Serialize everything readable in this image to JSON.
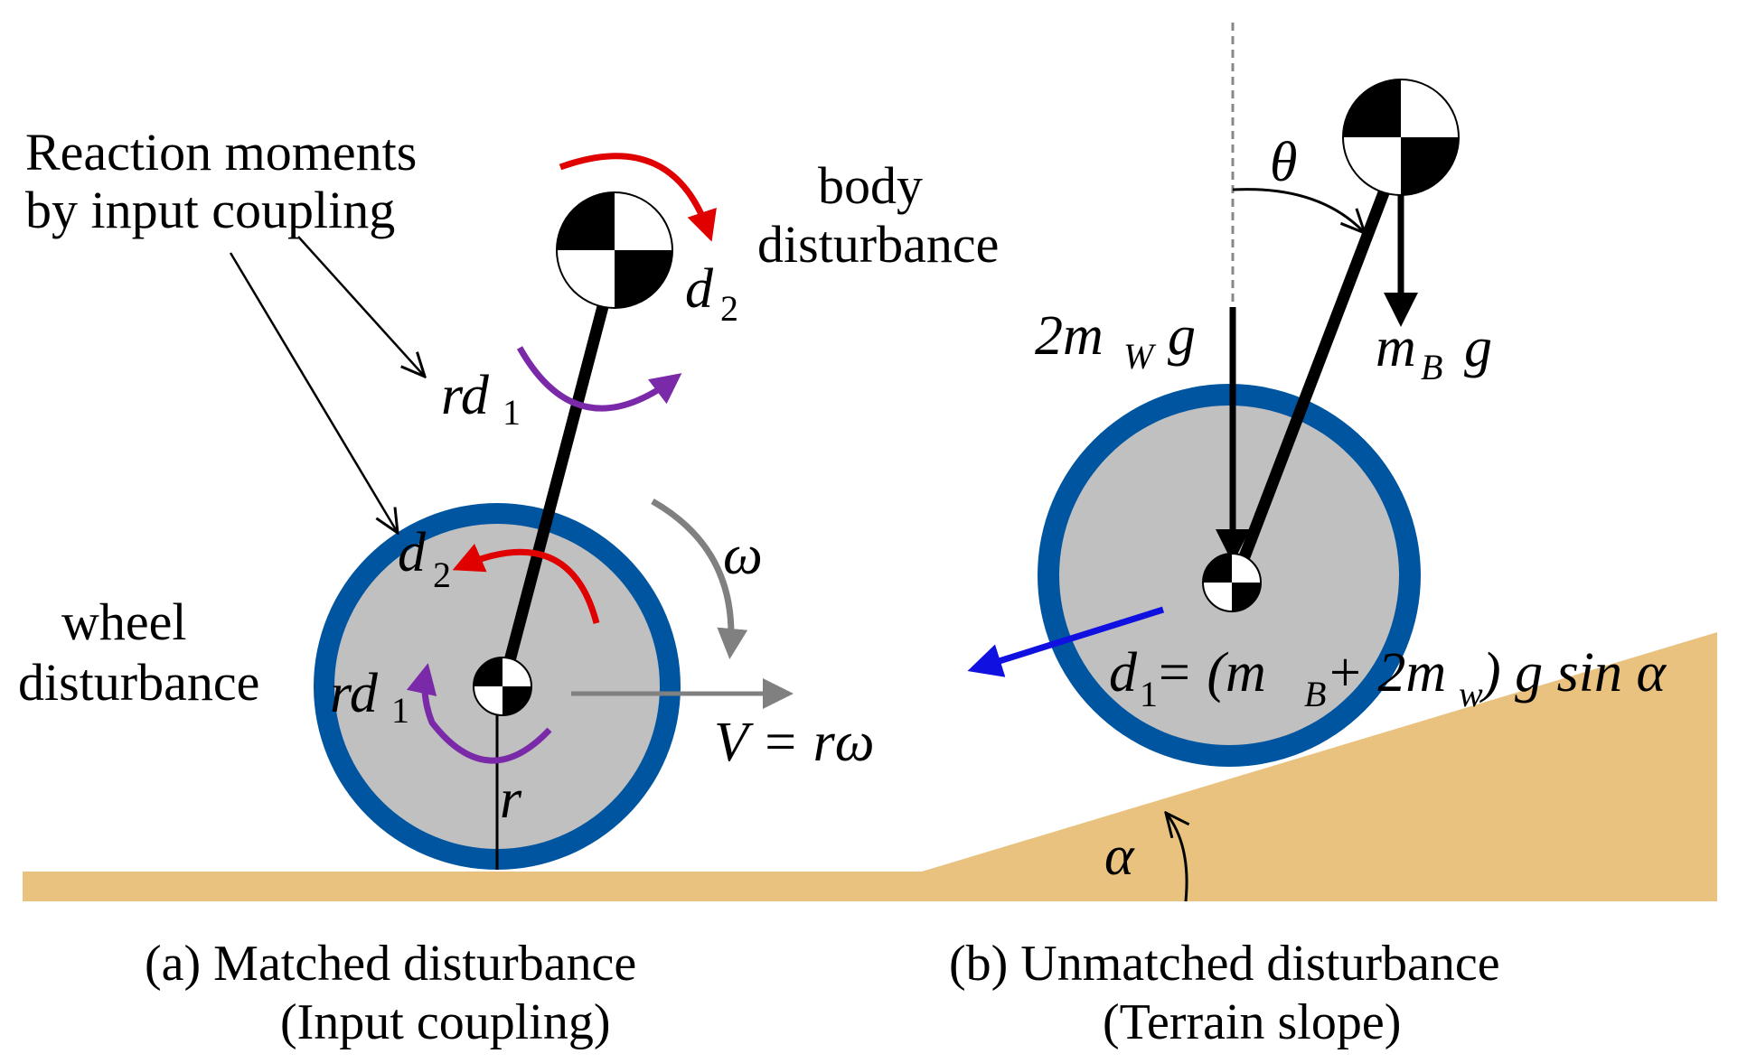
{
  "panel_a": {
    "annotation_reaction_line1": "Reaction moments",
    "annotation_reaction_line2": "by input coupling",
    "body_disturbance_line1": "body",
    "body_disturbance_line2": "disturbance",
    "wheel_disturbance_line1": "wheel",
    "wheel_disturbance_line2": "disturbance",
    "d2_body": {
      "base": "d",
      "sub": "2"
    },
    "rd1_upper": {
      "base": "rd",
      "sub": "1"
    },
    "d2_wheel": {
      "base": "d",
      "sub": "2"
    },
    "rd1_lower": {
      "base": "rd",
      "sub": "1"
    },
    "omega": "ω",
    "velocity": "V = rω",
    "radius": "r",
    "caption_line1": "(a)  Matched disturbance",
    "caption_line2": "(Input coupling)"
  },
  "panel_b": {
    "theta": "θ",
    "wheel_weight": {
      "pre": "2m",
      "sub": "W",
      "post": "g"
    },
    "body_weight": {
      "pre": "m",
      "sub": "B",
      "post": "g"
    },
    "slope_force": {
      "base": "d",
      "sub": "1",
      "eq": " = (m",
      "sub2": "B",
      "mid": " + 2m",
      "sub3": "w",
      "end": ") g sin α"
    },
    "alpha": "α",
    "caption_line1": "(b) Unmatched disturbance",
    "caption_line2": "(Terrain slope)"
  },
  "colors": {
    "tire": "#0055a0",
    "wheel_fill": "#c0c0c0",
    "ground": "#e8c27e",
    "red_arrow": "#e00000",
    "purple_arrow": "#7a2aa8",
    "gray_arrow": "#808080",
    "blue_arrow": "#1010e0"
  }
}
